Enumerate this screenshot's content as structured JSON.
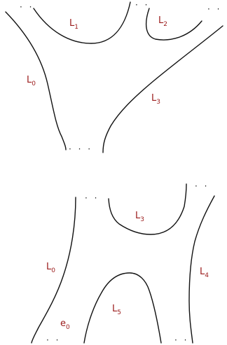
{
  "diagram": {
    "top": {
      "labels": [
        {
          "id": "L0",
          "base": "L",
          "sub": "0"
        },
        {
          "id": "L1",
          "base": "L",
          "sub": "1"
        },
        {
          "id": "L2",
          "base": "L",
          "sub": "2"
        },
        {
          "id": "L3",
          "base": "L",
          "sub": "3"
        }
      ],
      "ellipses": [
        "· ·",
        "· ·",
        "· ·",
        "· · ·"
      ]
    },
    "bottom": {
      "labels": [
        {
          "id": "L3",
          "base": "L",
          "sub": "3"
        },
        {
          "id": "L0",
          "base": "L",
          "sub": "0"
        },
        {
          "id": "L4",
          "base": "L",
          "sub": "4"
        },
        {
          "id": "L5",
          "base": "L",
          "sub": "5"
        },
        {
          "id": "e0",
          "base": "e",
          "sub": "0"
        }
      ],
      "ellipses": [
        "· ·",
        "· ·",
        "· ·",
        "· ·"
      ]
    },
    "colors": {
      "label": "#9b1b1b",
      "stroke": "#111111"
    }
  }
}
